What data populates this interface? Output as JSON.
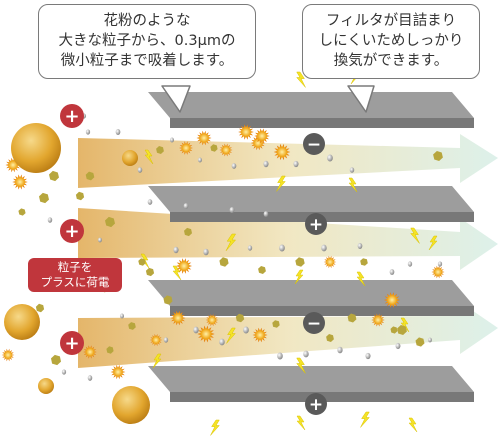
{
  "callouts": {
    "left": {
      "lines": [
        "花粉のような",
        "大きな粒子から、0.3μmの",
        "微小粒子まで吸着します。"
      ]
    },
    "right": {
      "lines": [
        "フィルタが目詰まり",
        "しにくいためしっかり",
        "換気ができます。"
      ]
    }
  },
  "charge_label": {
    "lines": [
      "粒子を",
      "プラスに荷電"
    ]
  },
  "signs": {
    "plus": "+",
    "minus": "−"
  },
  "colors": {
    "plate_top": "#9d9d9d",
    "plate_front": "#787878",
    "arrow_start": "#e3b262",
    "arrow_end": "#d9efe8",
    "plus_badge": "#c0363c",
    "minus_badge": "#5a5a5a",
    "pollen": "#e2a62e",
    "spark": "#f5e326",
    "label_bg": "#c0363c"
  }
}
